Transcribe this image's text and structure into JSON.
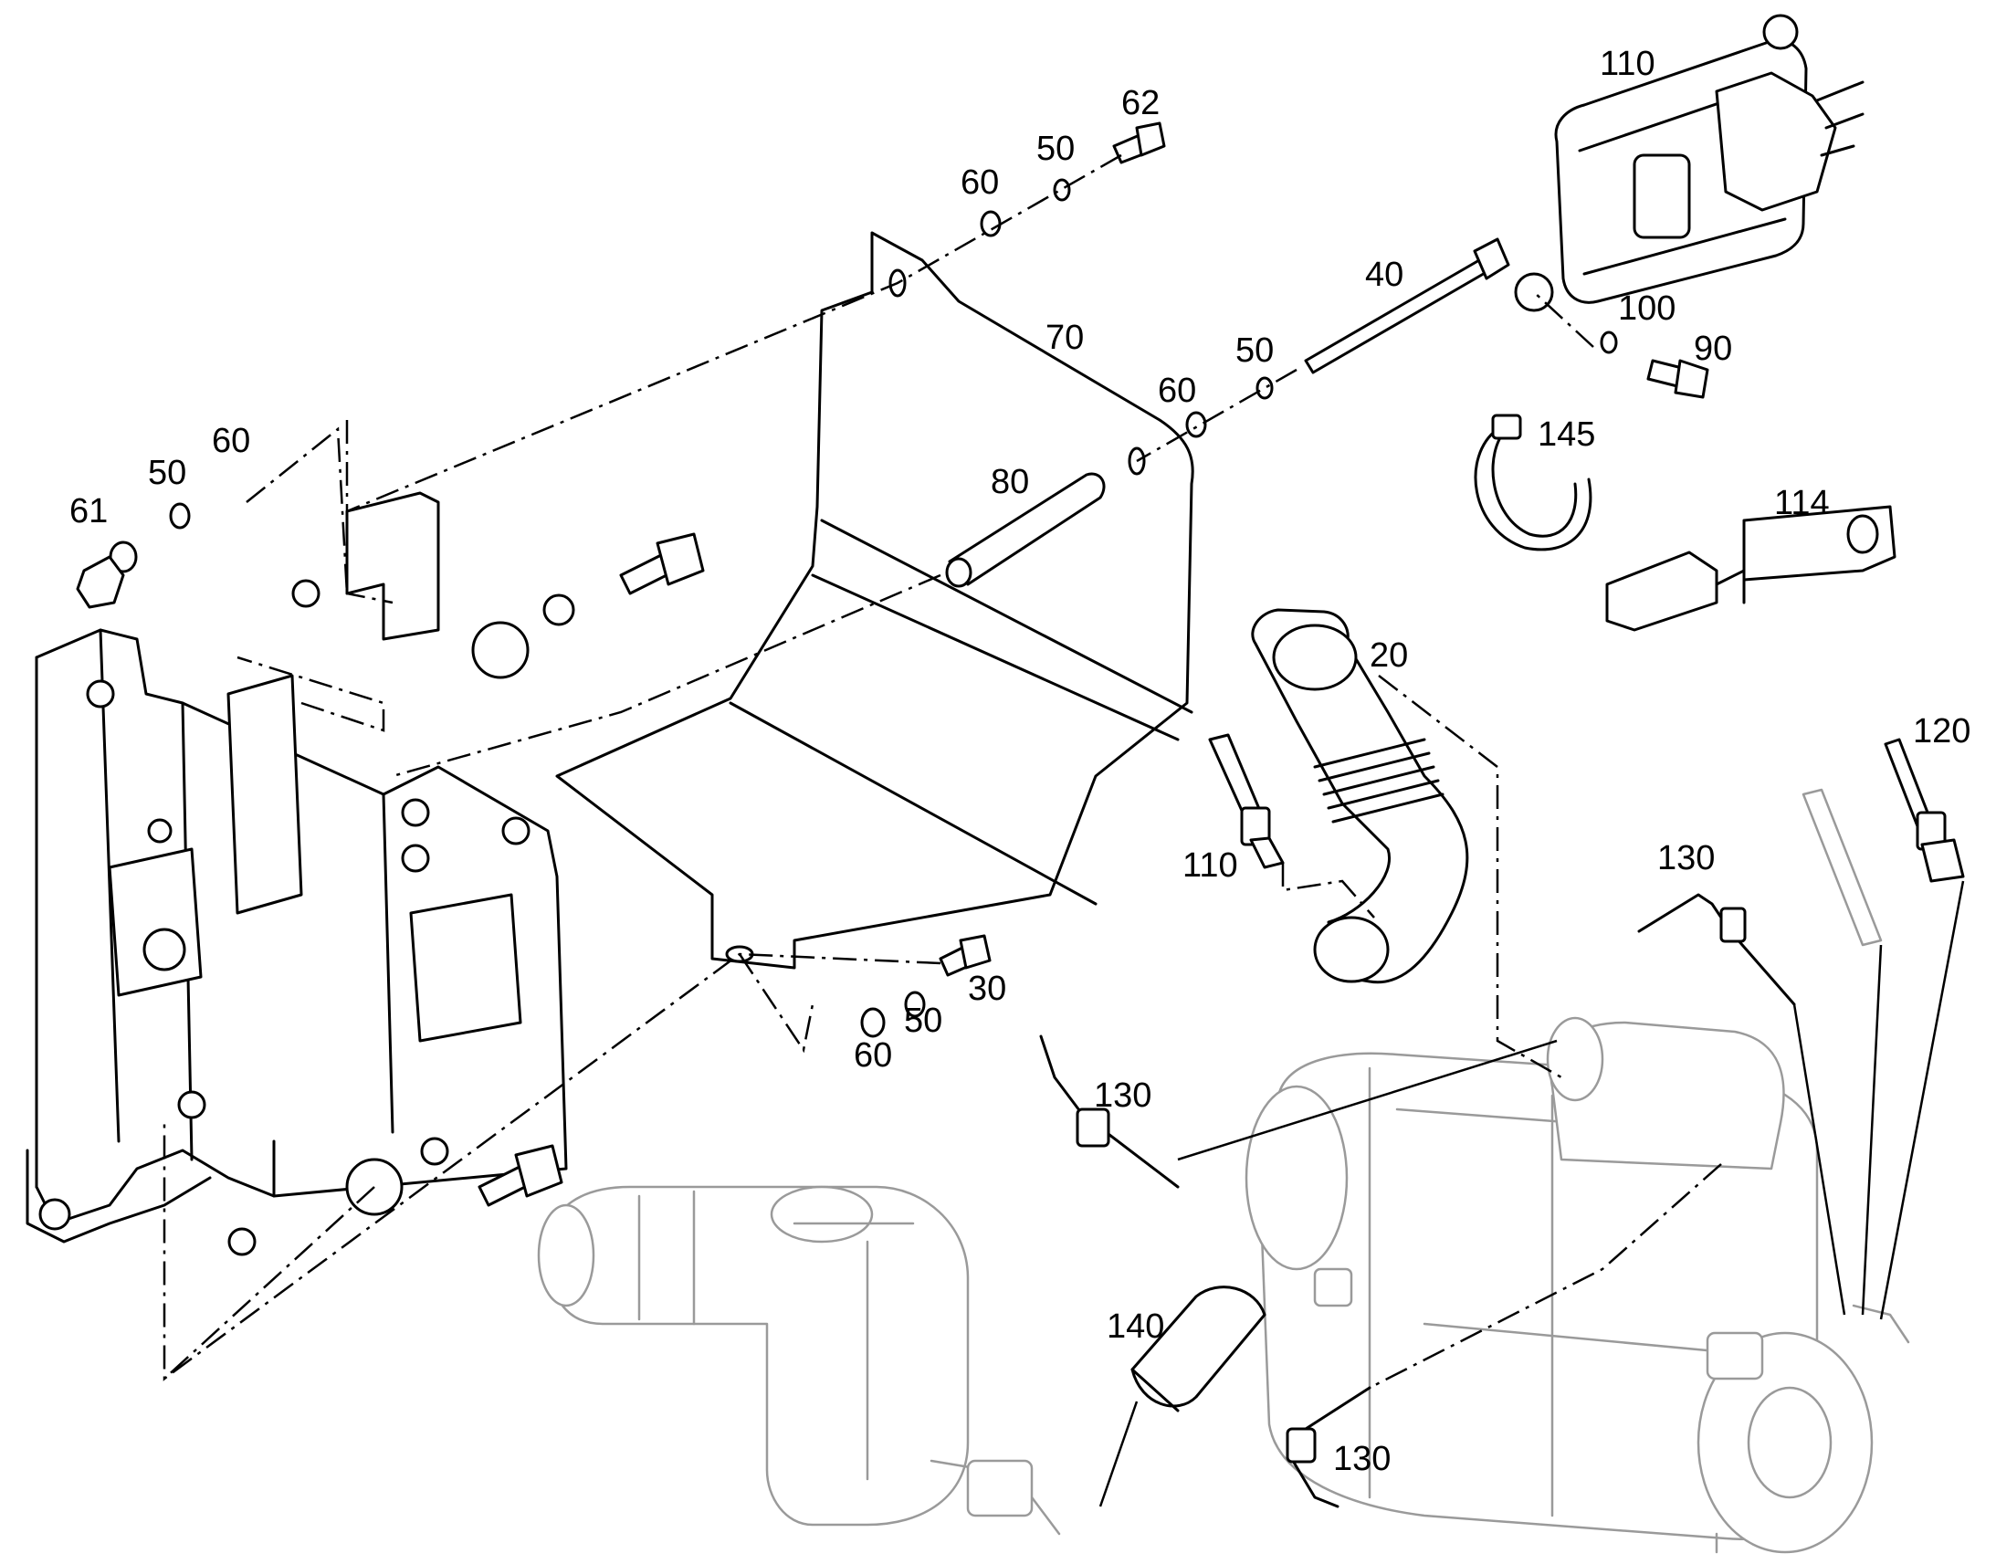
{
  "callouts": {
    "c110_top": "110",
    "c62": "62",
    "c50_a": "50",
    "c60_a": "60",
    "c40": "40",
    "c100": "100",
    "c90": "90",
    "c70": "70",
    "c50_b": "50",
    "c60_b": "60",
    "c145": "145",
    "c60_c": "60",
    "c50_c": "50",
    "c61": "61",
    "c80": "80",
    "c114": "114",
    "c20": "20",
    "c120": "120",
    "c130_a": "130",
    "c110_mid": "110",
    "c30": "30",
    "c50_d": "50",
    "c60_d": "60",
    "c130_b": "130",
    "c140": "140",
    "c130_c": "130"
  }
}
